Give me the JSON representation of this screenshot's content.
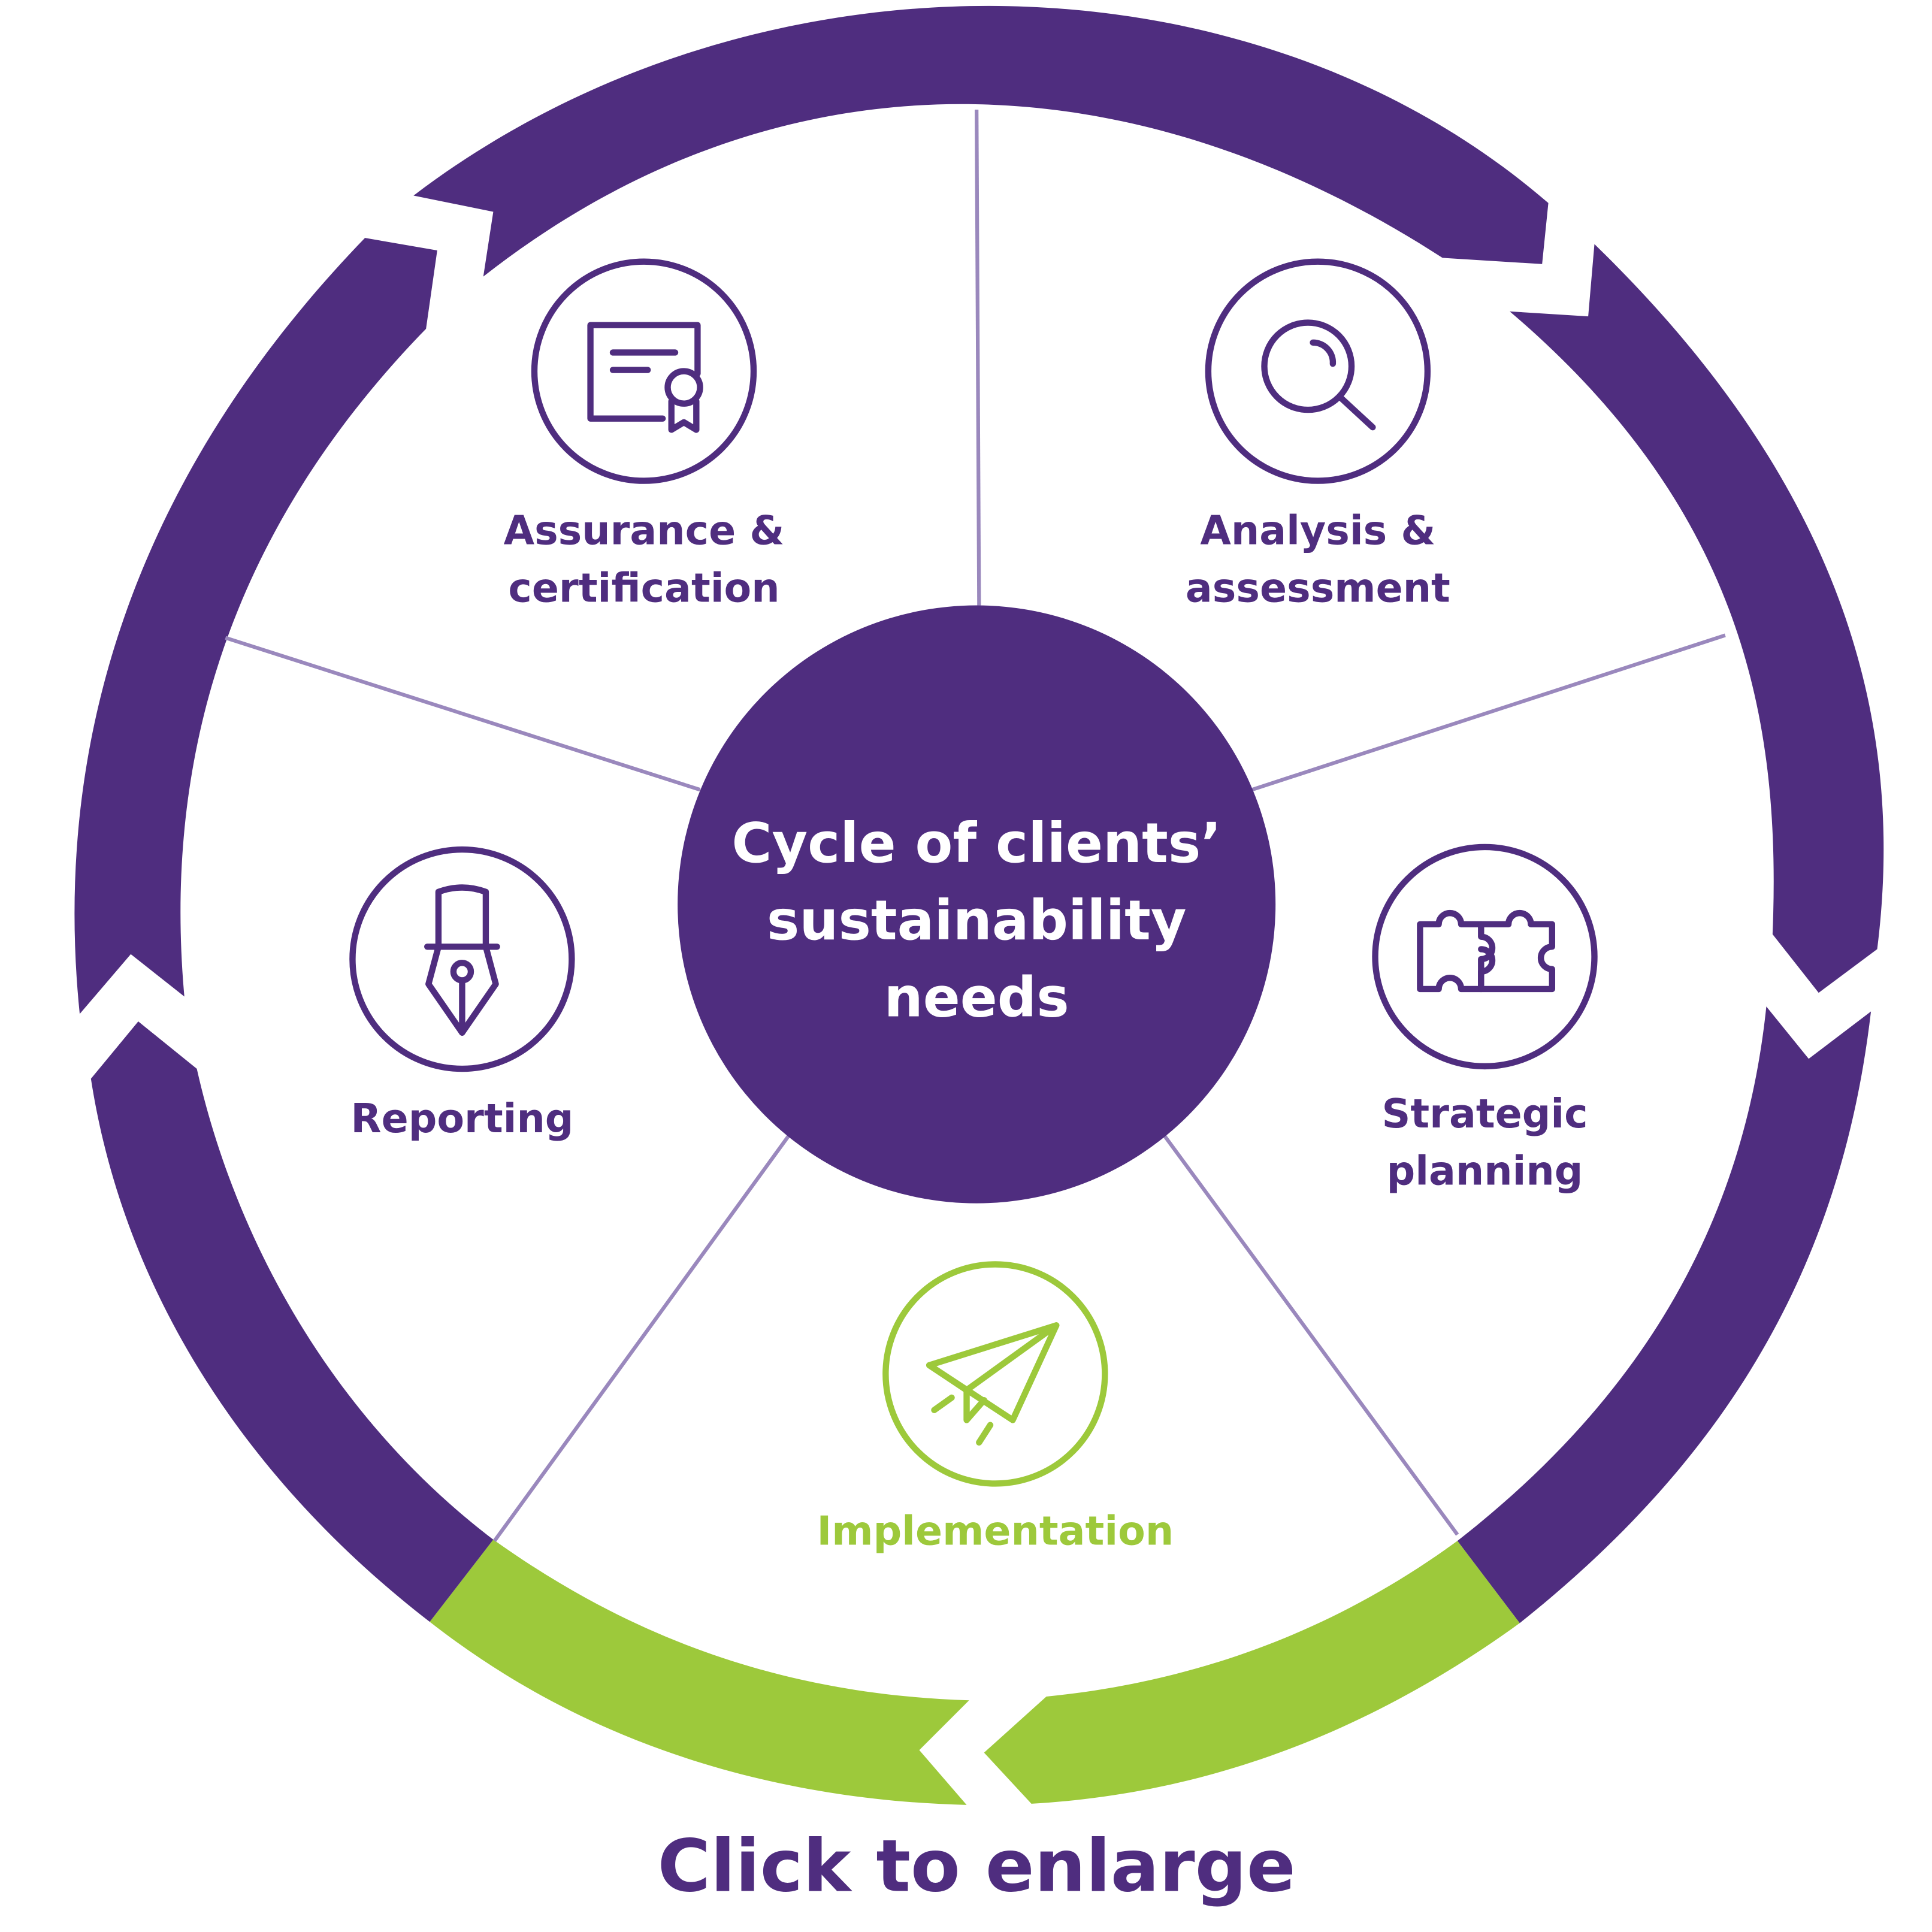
{
  "colors": {
    "purple": "#4f2d7f",
    "green": "#9dc93b",
    "divider": "#9a88bd",
    "white": "#ffffff"
  },
  "center": {
    "line1": "Cycle of clients’",
    "line2": "sustainability",
    "line3": "needs"
  },
  "segments": [
    {
      "id": "assurance",
      "icon": "certificate-icon",
      "line1": "Assurance &",
      "line2": "certification",
      "active": false
    },
    {
      "id": "analysis",
      "icon": "magnifier-icon",
      "line1": "Analysis &",
      "line2": "assessment",
      "active": false
    },
    {
      "id": "strategic",
      "icon": "puzzle-icon",
      "line1": "Strategic",
      "line2": "planning",
      "active": false
    },
    {
      "id": "implementation",
      "icon": "paper-plane-icon",
      "line1": "Implementation",
      "line2": "",
      "active": true
    },
    {
      "id": "reporting",
      "icon": "fountain-pen-icon",
      "line1": "Reporting",
      "line2": "",
      "active": false
    }
  ],
  "enlarge_link": "Click to enlarge"
}
